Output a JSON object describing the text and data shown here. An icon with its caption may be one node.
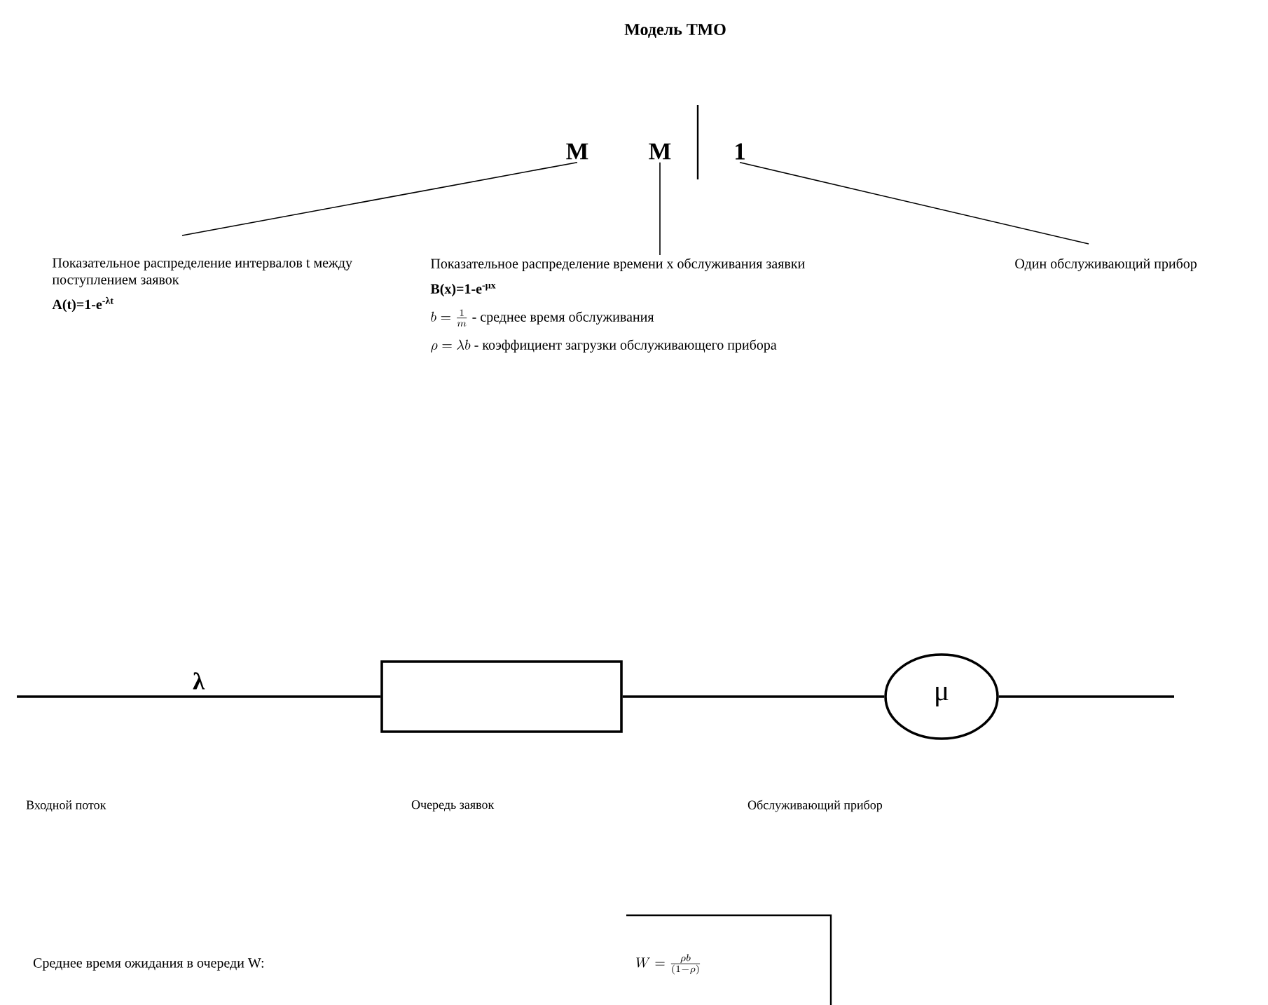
{
  "diagram": {
    "title": "Модель ТМО",
    "nodes": [
      {
        "text": [
          "M"
        ]
      },
      {
        "text": [
          "M"
        ]
      },
      {
        "text": [
          "1"
        ]
      },
      {
        "text": [
          "Показательное распределение интервалов t между поступлением заявок",
          "A(t)=1-e$^{-λt}$"
        ]
      },
      {
        "text": [
          "Показательное распределение времени x обслуживания заявки",
          "B(x)=1-e$^{-μx}$",
          "b=\\frac{1}{m}",
          "- среднее время обслуживания",
          "\\rho=\\lambda b",
          "- коэффициент загрузки обслуживающего прибора"
        ]
      },
      {
        "text": [
          "Один обслуживающий прибор"
        ]
      },
      {
        "text": [],
        "shape": "box"
      },
      {
        "text": [
          "μ"
        ]
      },
      {
        "text": [
          "W=\\frac{\\rho b}{(1-\\rho)}"
        ]
      }
    ],
    "edges": [
      {
        "from": 3,
        "to": 0,
        "arrow": "none"
      },
      {
        "from": 4,
        "to": 1,
        "arrow": "none"
      },
      {
        "from": 5,
        "to": 2,
        "arrow": "none"
      },
      {
        "from": null,
        "to": 6,
        "arrow": "none",
        "label": "λ"
      },
      {
        "from": 6,
        "to": 7,
        "arrow": "none"
      },
      {
        "from": 7,
        "to": null,
        "arrow": "none"
      }
    ],
    "labels": [
      "Входной поток",
      "Очередь заявок",
      "Обслуживающий прибор",
      "Среднее время ожидания в очереди W:"
    ]
  }
}
